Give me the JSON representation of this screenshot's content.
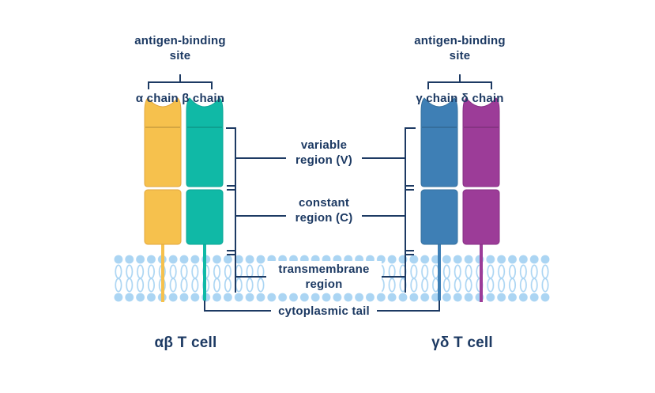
{
  "colors": {
    "text": "#1d3a63",
    "line": "#1d3a63",
    "alpha_chain": "#f6c14d",
    "beta_chain": "#10b9a6",
    "gamma_chain": "#3e7fb5",
    "delta_chain": "#9c3c98",
    "membrane": "#abd5f3"
  },
  "left_receptor": {
    "antigen_binding_site_label": "antigen-binding site",
    "chain_labels": "α chain β chain",
    "cell_label": "αβ T cell"
  },
  "right_receptor": {
    "antigen_binding_site_label": "antigen-binding site",
    "chain_labels": "γ chain δ chain",
    "cell_label": "γδ T cell"
  },
  "region_labels": {
    "variable": "variable region (V)",
    "constant": "constant region (C)",
    "transmembrane": "transmembrane region",
    "cytoplasmic": "cytoplasmic tail"
  }
}
